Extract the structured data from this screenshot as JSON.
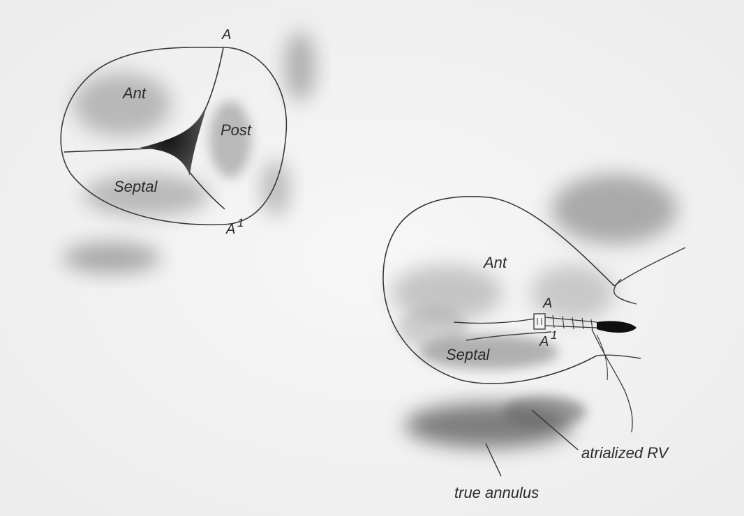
{
  "figure": {
    "left_valve": {
      "leaflets": {
        "anterior": "Ant",
        "posterior": "Post",
        "septal": "Septal"
      },
      "points": {
        "a": "A",
        "a_prime": "A",
        "prime_mark": "1"
      }
    },
    "right_valve": {
      "leaflets": {
        "anterior": "Ant",
        "septal": "Septal"
      },
      "points": {
        "a": "A",
        "a_prime": "A",
        "prime_mark": "1"
      }
    },
    "annotations": {
      "atrialized_rv": "atrialized RV",
      "true_annulus": "true annulus"
    },
    "colors": {
      "background": "#f2f2f2",
      "ink": "#2b2b2b",
      "shadow": "#6a6a6a"
    }
  }
}
